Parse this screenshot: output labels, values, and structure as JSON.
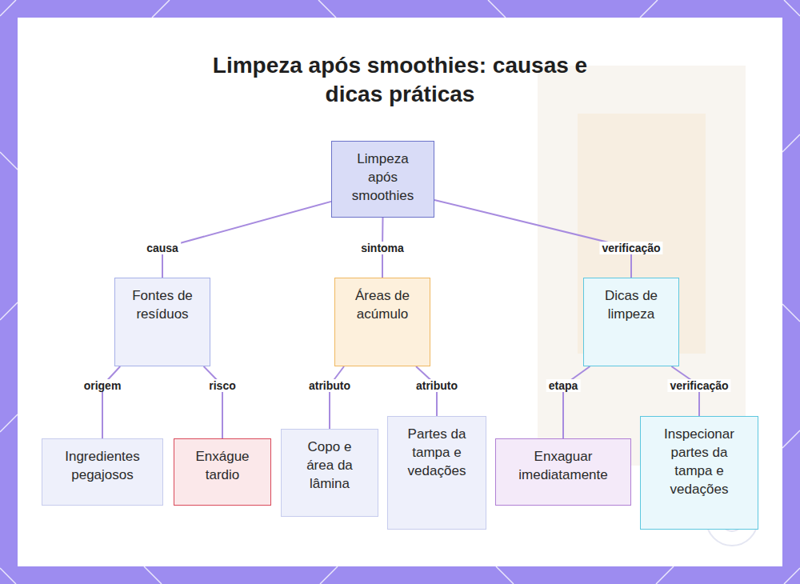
{
  "diagram": {
    "title": "Limpeza após smoothies: causas e dicas práticas",
    "nodes": [
      {
        "text": [
          "Limpeza após smoothies"
        ]
      },
      {
        "text": [
          "Fontes de resíduos"
        ]
      },
      {
        "text": [
          "Áreas de acúmulo"
        ]
      },
      {
        "text": [
          "Dicas de limpeza"
        ]
      },
      {
        "text": [
          "Ingredientes pegajosos"
        ]
      },
      {
        "text": [
          "Enxágue tardio"
        ]
      },
      {
        "text": [
          "Copo e área da lâmina"
        ]
      },
      {
        "text": [
          "Partes da tampa e vedações"
        ]
      },
      {
        "text": [
          "Enxaguar imediatamente"
        ]
      },
      {
        "text": [
          "Inspecionar partes da tampa e vedações"
        ]
      }
    ],
    "edges": [
      {
        "from": 0,
        "to": 1,
        "label": "causa",
        "arrow": "none"
      },
      {
        "from": 0,
        "to": 2,
        "label": "sintoma",
        "arrow": "none"
      },
      {
        "from": 0,
        "to": 3,
        "label": "verificação",
        "arrow": "none"
      },
      {
        "from": 1,
        "to": 4,
        "label": "origem",
        "arrow": "none"
      },
      {
        "from": 1,
        "to": 5,
        "label": "risco",
        "arrow": "none"
      },
      {
        "from": 2,
        "to": 6,
        "label": "atributo",
        "arrow": "none"
      },
      {
        "from": 2,
        "to": 7,
        "label": "atributo",
        "arrow": "none"
      },
      {
        "from": 3,
        "to": 8,
        "label": "etapa",
        "arrow": "none"
      },
      {
        "from": 3,
        "to": 9,
        "label": "verificação",
        "arrow": "none"
      }
    ]
  }
}
